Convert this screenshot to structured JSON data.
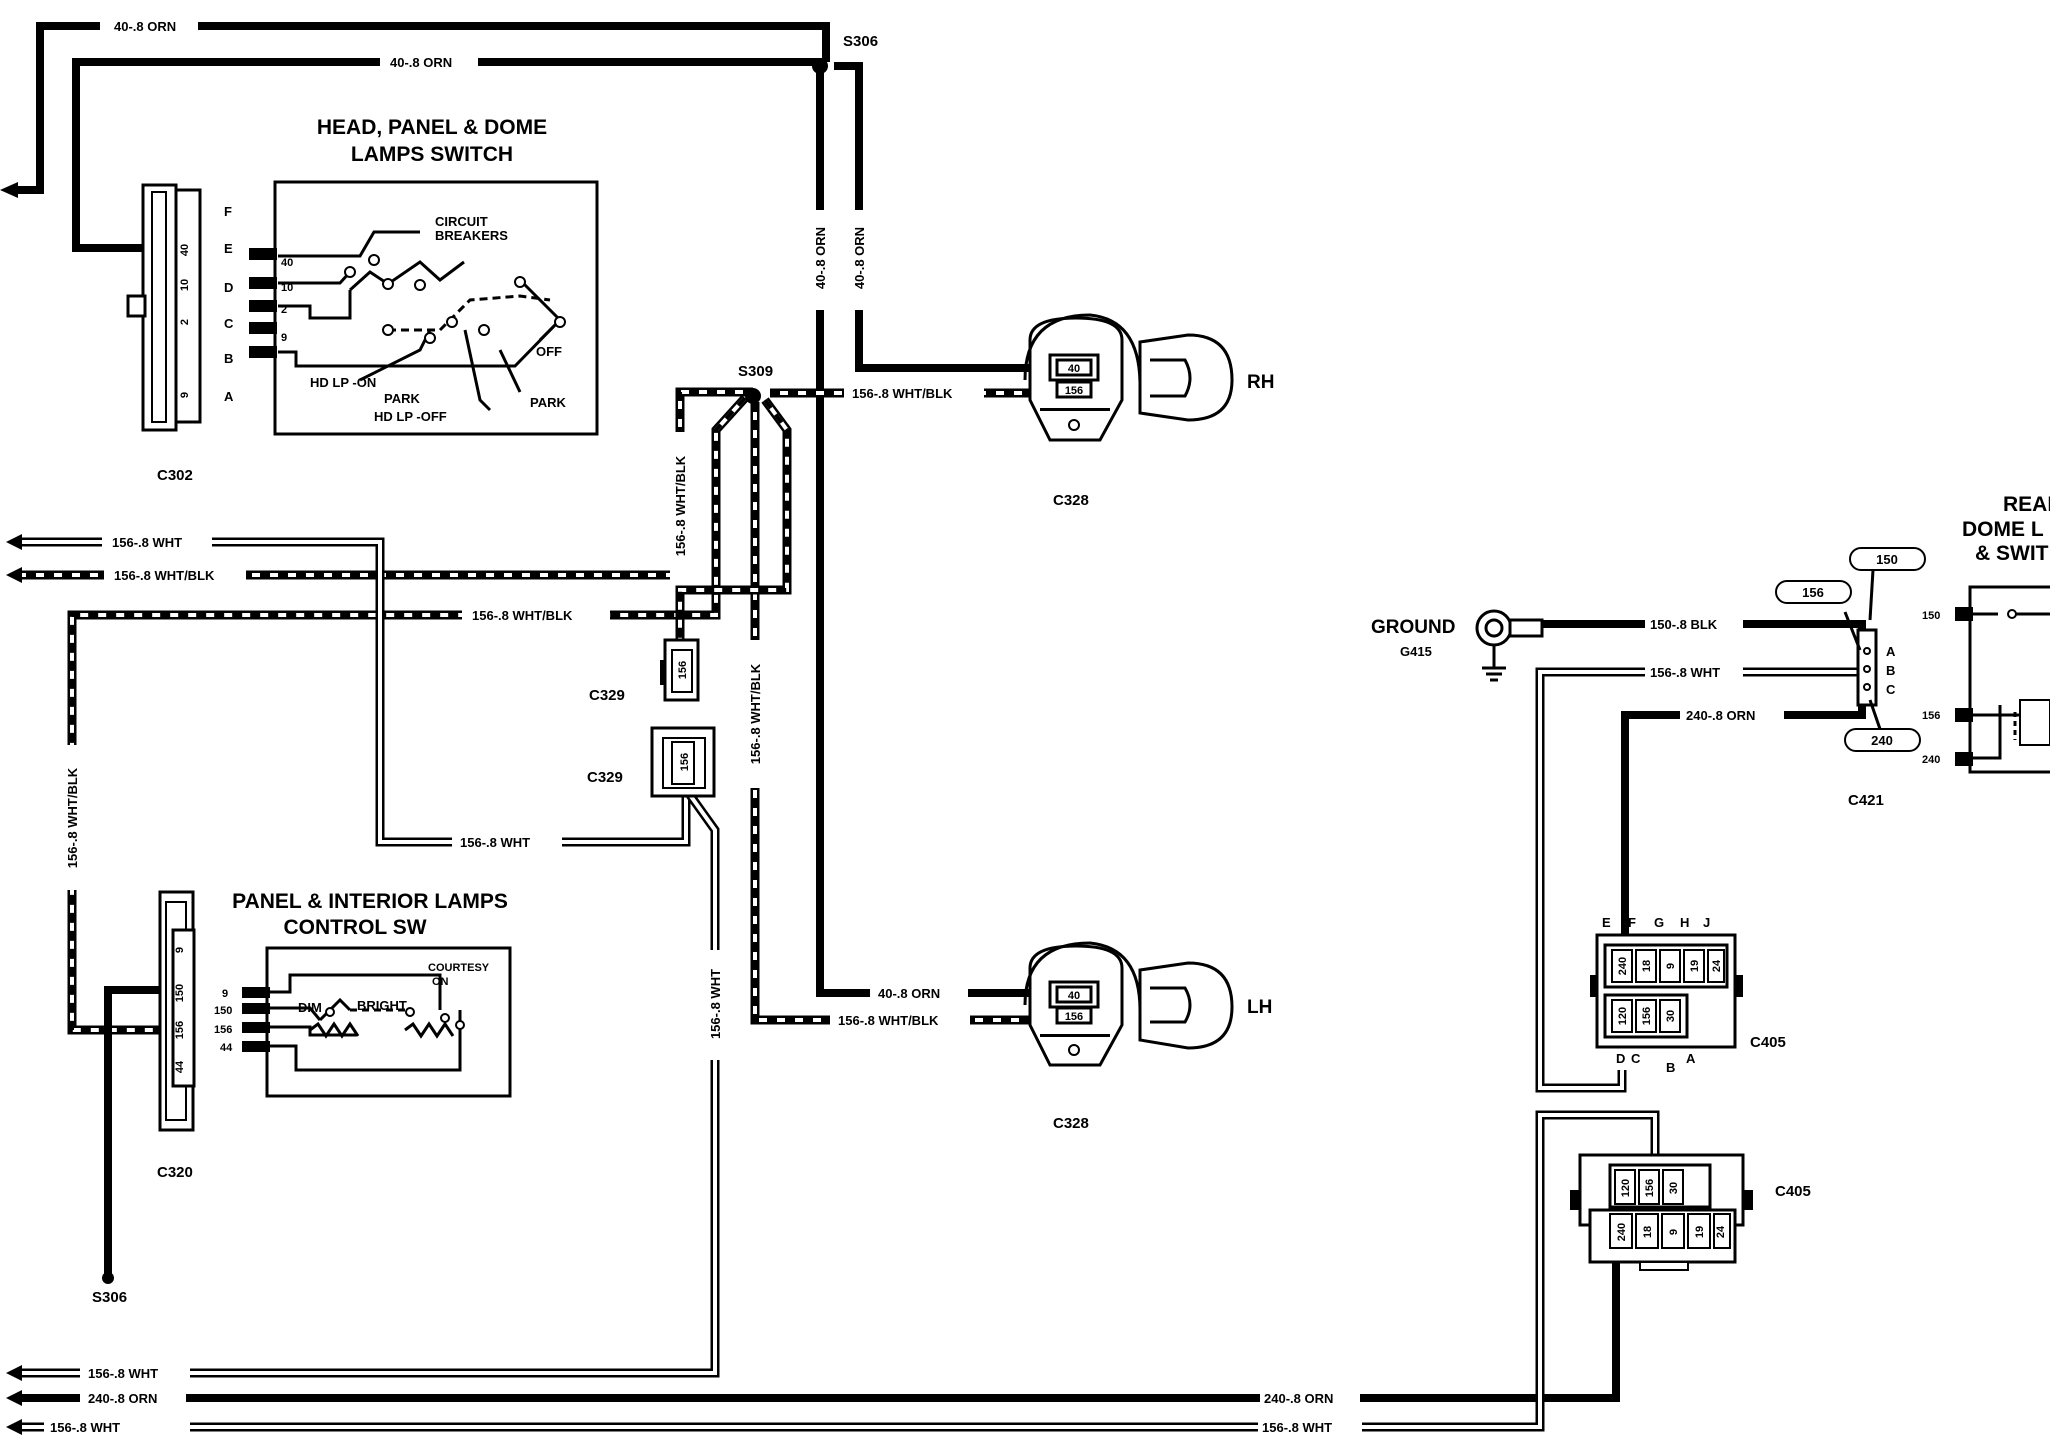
{
  "components": {
    "head_switch_title_1": "HEAD, PANEL & DOME",
    "head_switch_title_2": "LAMPS SWITCH",
    "circuit_breakers_1": "CIRCUIT",
    "circuit_breakers_2": "BREAKERS",
    "hd_lp_on": "HD LP -ON",
    "park_a": "PARK",
    "park_b": "PARK",
    "hd_lp_off": "HD LP -OFF",
    "off": "OFF",
    "panel_title_1": "PANEL & INTERIOR LAMPS",
    "panel_title_2": "CONTROL SW",
    "dim": "DIM",
    "bright": "BRIGHT",
    "courtesy_1": "COURTESY",
    "courtesy_2": "ON",
    "rear_1": "REAR",
    "rear_2": "DOME L",
    "rear_3": "& SWIT",
    "ground": "GROUND",
    "rh": "RH",
    "lh": "LH"
  },
  "connectors": {
    "c302": "C302",
    "c320": "C320",
    "c328_top": "C328",
    "c328_bottom": "C328",
    "c329_a": "C329",
    "c329_b": "C329",
    "c405_a": "C405",
    "c405_b": "C405",
    "c421": "C421",
    "g415": "G415",
    "s306_top": "S306",
    "s306_bottom": "S306",
    "s309": "S309"
  },
  "pins": {
    "c302_letters": [
      "F",
      "E",
      "D",
      "C",
      "B",
      "A"
    ],
    "c302_numbers": [
      "40",
      "10",
      "2",
      "9"
    ],
    "head_switch_terms": [
      "40",
      "10",
      "2",
      "9"
    ],
    "c320_numbers": [
      "9",
      "150",
      "156",
      "44"
    ],
    "panel_switch_terms": [
      "9",
      "150",
      "156",
      "44"
    ],
    "c328_pins": [
      "40",
      "156"
    ],
    "c329_pin": "156",
    "c421_letters": [
      "A",
      "B",
      "C"
    ],
    "c421_bubbles": [
      "150",
      "156",
      "240"
    ],
    "rear_switch_terms": [
      "150",
      "156",
      "240"
    ],
    "c405_letters_top": [
      "E",
      "F",
      "G",
      "H",
      "J"
    ],
    "c405_letters_bottom": [
      "D",
      "C",
      "B",
      "A"
    ],
    "c405_row_upper": [
      "240",
      "18",
      "9",
      "19",
      "24"
    ],
    "c405_row_lower": [
      "120",
      "156",
      "30"
    ]
  },
  "wires": {
    "w40_top": "40-.8 ORN",
    "w40_second": "40-.8 ORN",
    "w40_vert_left": "40-.8 ORN",
    "w40_vert_right": "40-.8 ORN",
    "w156_rh": "156-.8 WHT/BLK",
    "w156_wht_left": "156-.8 WHT",
    "w156_whtblk_left": "156-.8 WHT/BLK",
    "w156_whtblk_mid": "156-.8 WHT/BLK",
    "w156_vert_s309": "156-.8 WHT/BLK",
    "w156_vert_long": "156-.8 WHT/BLK",
    "w156_vert_left": "156-.8 WHT/BLK",
    "w156_wht_c329": "156-.8 WHT",
    "w156_wht_vert": "156-.8 WHT",
    "w40_lh": "40-.8 ORN",
    "w156_lh": "156-.8 WHT/BLK",
    "w150_blk": "150-.8 BLK",
    "w156_wht_c421": "156-.8 WHT",
    "w240_c421": "240-.8 ORN",
    "w156_wht_bottom1": "156-.8 WHT",
    "w240_bottom": "240-.8 ORN",
    "w156_wht_bottom2": "156-.8 WHT",
    "w240_bottom_right": "240-.8 ORN",
    "w156_wht_bottom_right": "156-.8 WHT"
  }
}
